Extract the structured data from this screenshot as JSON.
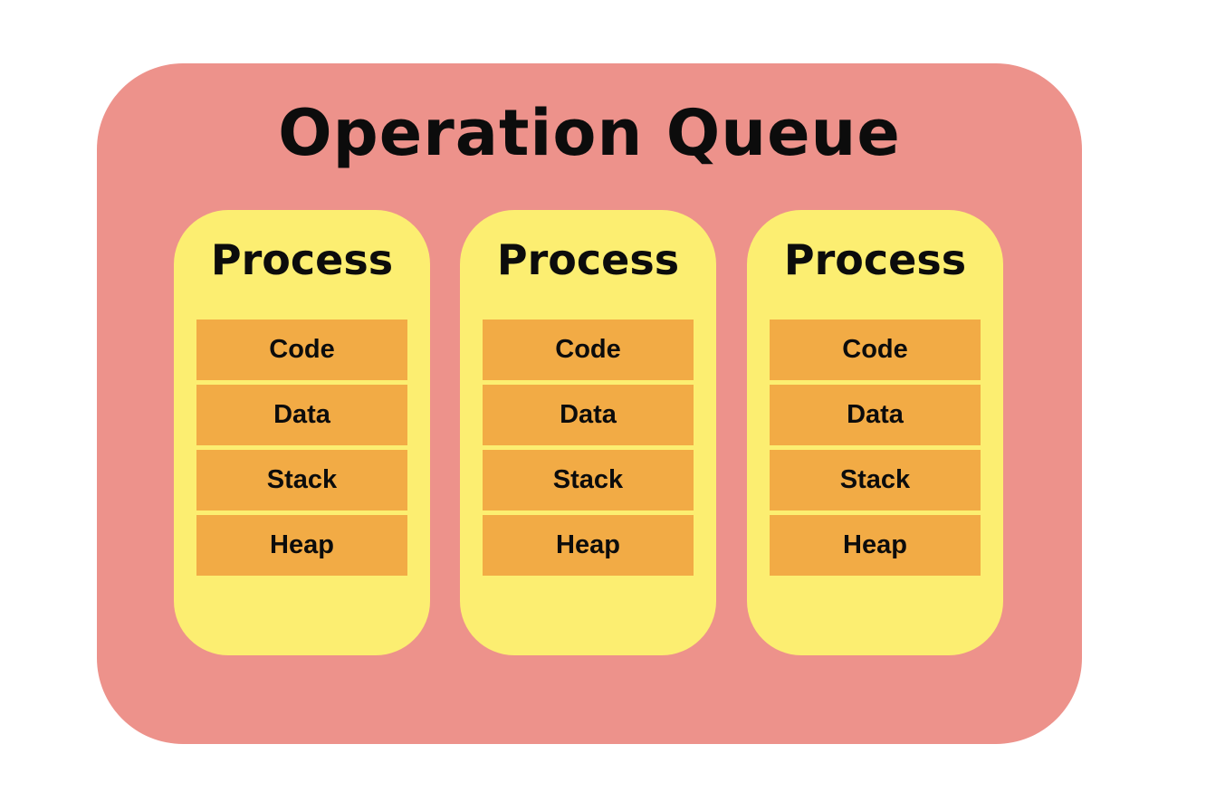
{
  "diagram": {
    "title": "Operation Queue",
    "processes": [
      {
        "title": "Process",
        "segments": [
          "Code",
          "Data",
          "Stack",
          "Heap"
        ]
      },
      {
        "title": "Process",
        "segments": [
          "Code",
          "Data",
          "Stack",
          "Heap"
        ]
      },
      {
        "title": "Process",
        "segments": [
          "Code",
          "Data",
          "Stack",
          "Heap"
        ]
      }
    ],
    "colors": {
      "background": "#ffffff",
      "container": "#ED928B",
      "card": "#FCEE71",
      "segment": "#F2AB45",
      "text": "#0c0c0c"
    }
  }
}
